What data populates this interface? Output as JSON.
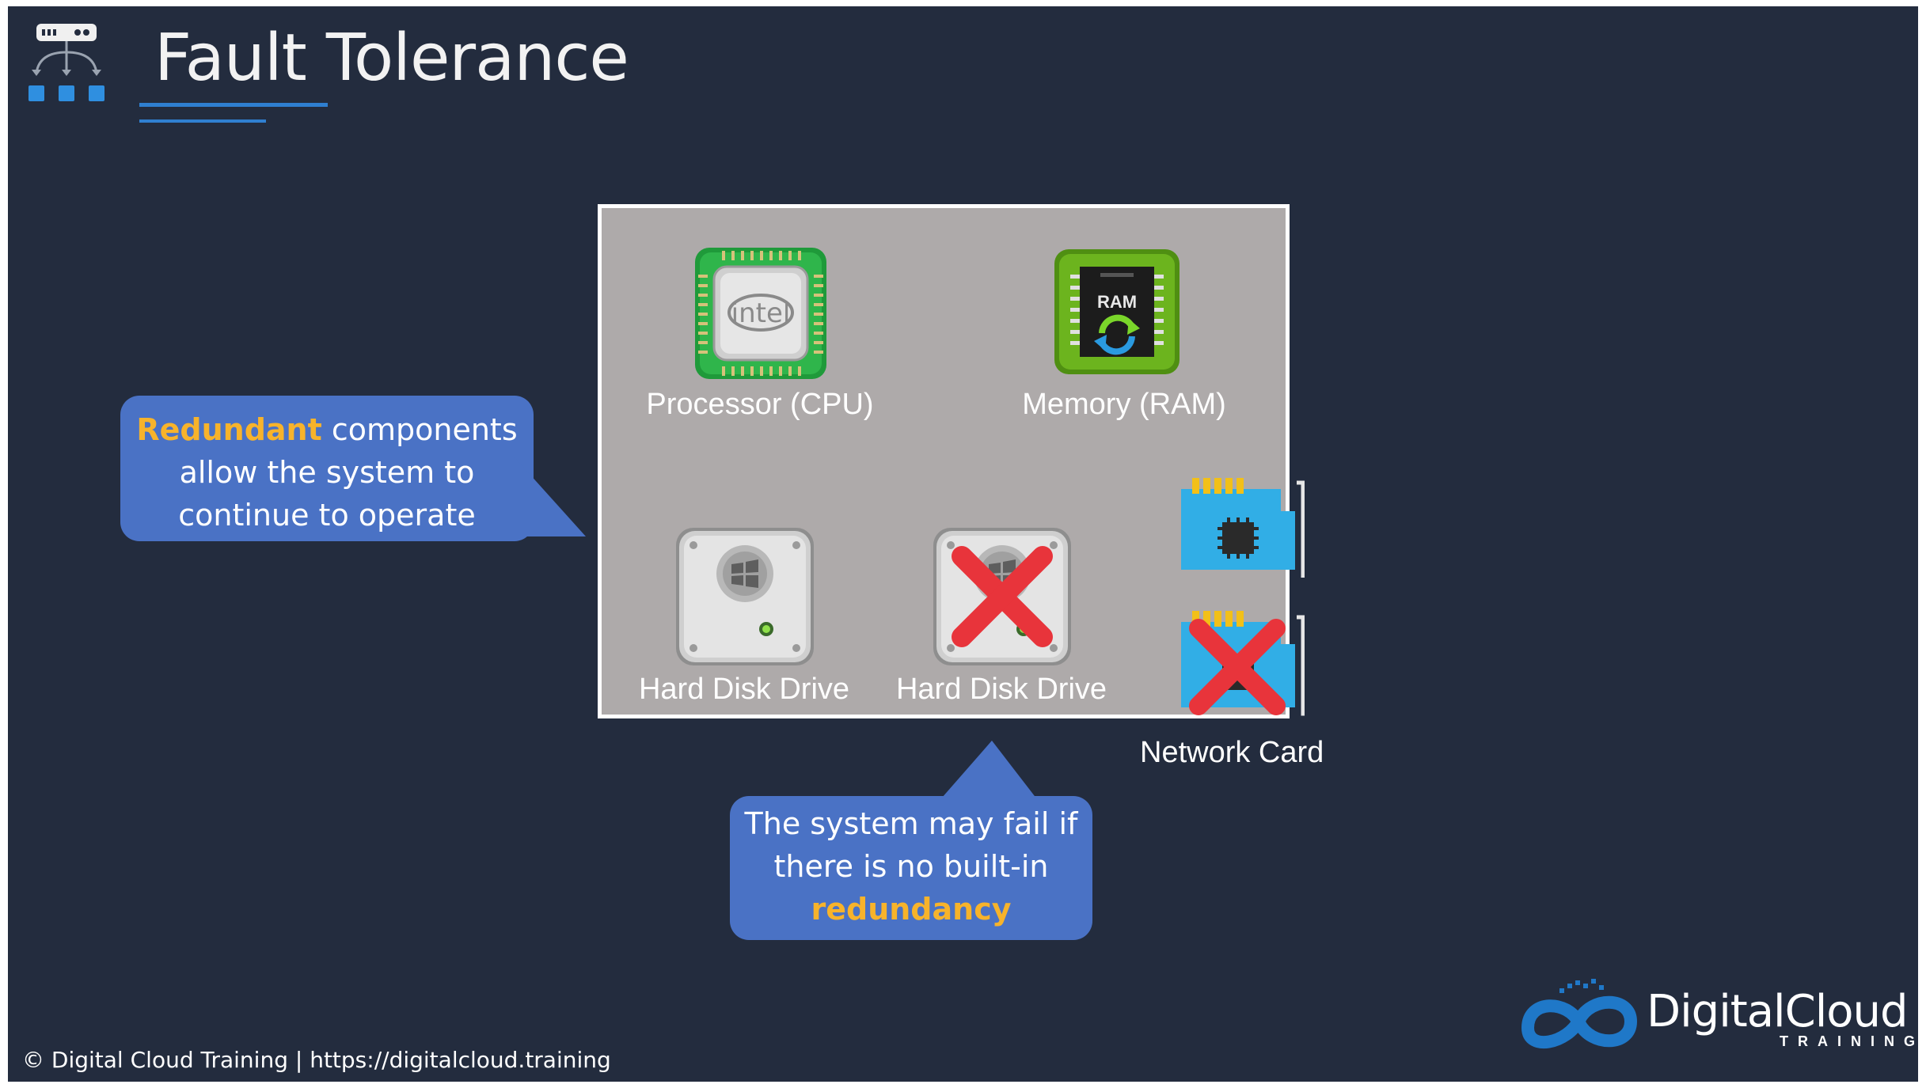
{
  "slide": {
    "title": "Fault Tolerance"
  },
  "components": {
    "cpu": {
      "label": "Processor (CPU)",
      "chip_text": "intel"
    },
    "ram": {
      "label": "Memory (RAM)",
      "chip_text": "RAM"
    },
    "hdd1": {
      "label": "Hard Disk Drive",
      "failed": false
    },
    "hdd2": {
      "label": "Hard Disk Drive",
      "failed": true
    },
    "nic": {
      "label": "Network Card",
      "cards": [
        {
          "failed": false
        },
        {
          "failed": true
        }
      ]
    }
  },
  "callouts": {
    "left": {
      "highlight": "Redundant",
      "text1": " components",
      "line2": "allow the system to",
      "line3": "continue to operate"
    },
    "bottom": {
      "line1": "The system may fail if",
      "line2": "there is no built-in",
      "highlight": "redundancy"
    }
  },
  "footer": {
    "copyright": "© Digital Cloud Training  | https://digitalcloud.training"
  },
  "brand": {
    "name": "DigitalCloud",
    "sub": "TRAINING"
  },
  "colors": {
    "background": "#232c3e",
    "accent_blue": "#2f7fd0",
    "callout_fill": "#4a72c5",
    "highlight": "#f7b32b",
    "box_fill": "#aeaaaa",
    "fail_red": "#e8343b"
  }
}
